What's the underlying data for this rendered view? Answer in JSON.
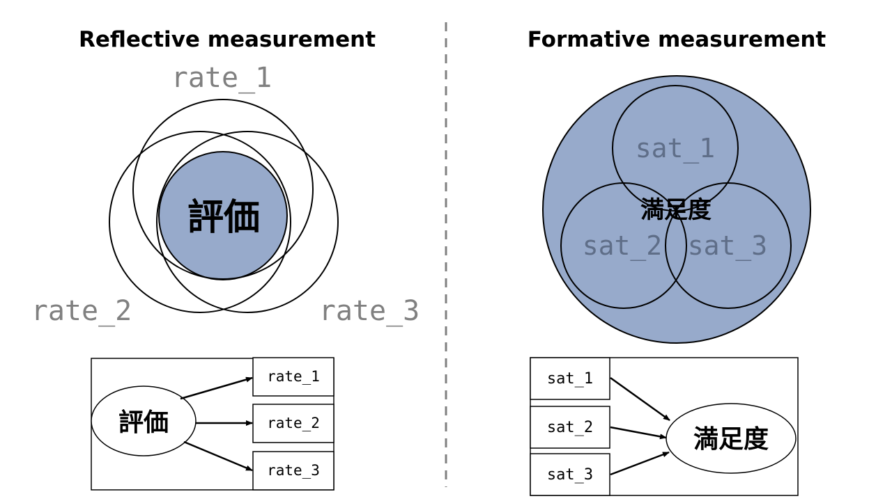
{
  "colors": {
    "fill": "#97aacb",
    "stroke": "#000000",
    "label_gray": "#808080",
    "label_on_fill": "#5f6e88",
    "divider": "#808080"
  },
  "reflective": {
    "title": "Reflective measurement",
    "construct": "評価",
    "indicators": [
      "rate_1",
      "rate_2",
      "rate_3"
    ],
    "diagram": {
      "construct": "評価",
      "indicators": [
        "rate_1",
        "rate_2",
        "rate_3"
      ]
    }
  },
  "formative": {
    "title": "Formative measurement",
    "construct": "満足度",
    "indicators": [
      "sat_1",
      "sat_2",
      "sat_3"
    ],
    "diagram": {
      "construct": "満足度",
      "indicators": [
        "sat_1",
        "sat_2",
        "sat_3"
      ]
    }
  }
}
